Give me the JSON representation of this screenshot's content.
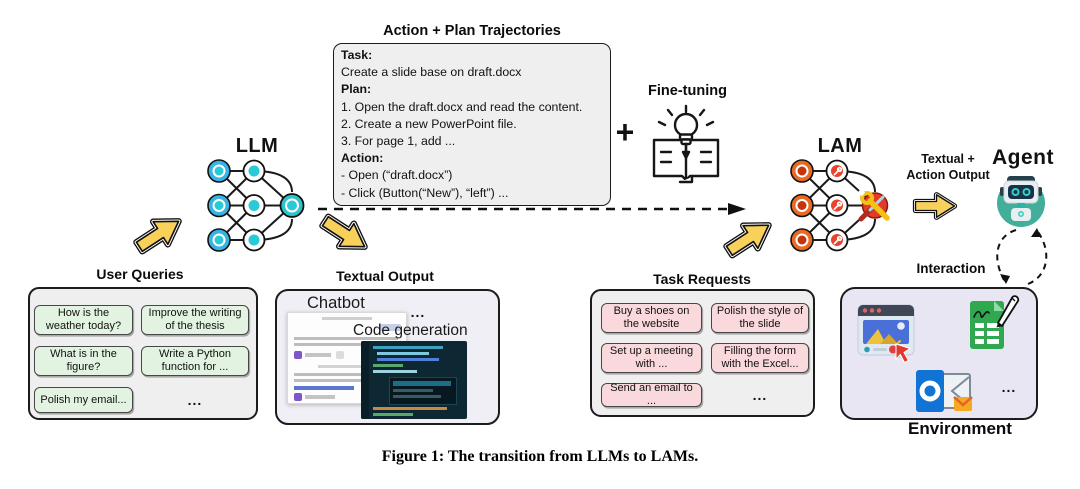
{
  "colors": {
    "arrow_yellow": "#f8d05a",
    "llm_blue": "#36b3e2",
    "llm_teal": "#29c9d8",
    "lam_orange": "#e96a22",
    "lam_red": "#d63c1a",
    "green_box": "#e3f3e2",
    "pink_box": "#fad9dd",
    "panel_gray": "#efefef",
    "env_lavender": "#e9e6f3"
  },
  "trajectories": {
    "title": "Action + Plan Trajectories",
    "lines": [
      {
        "text": "Task:"
      },
      {
        "text": "Create a slide base on draft.docx"
      },
      {
        "text": "Plan:"
      },
      {
        "text": "1. Open the draft.docx and read the content."
      },
      {
        "text": "2. Create a new PowerPoint file."
      },
      {
        "text": "3. For page 1, add ..."
      },
      {
        "text": "Action:"
      },
      {
        "text": "- Open (“draft.docx”)"
      },
      {
        "text": "- Click (Button(“New”), “left”) ..."
      }
    ]
  },
  "plus_sign": "+",
  "fine_tuning": {
    "label": "Fine-tuning"
  },
  "llm": {
    "label": "LLM"
  },
  "lam": {
    "label": "LAM"
  },
  "agent": {
    "label": "Agent"
  },
  "textual_action_output": {
    "line1": "Textual +",
    "line2": "Action Output"
  },
  "user_queries": {
    "title": "User Queries",
    "items": [
      "How is the weather today?",
      "Improve the writing of the thesis",
      "What is in the figure?",
      "Write a Python function for ...",
      "Polish my email...",
      "..."
    ]
  },
  "textual_output": {
    "title": "Textual Output",
    "chatbot_label": "Chatbot",
    "ellipsis": "...",
    "code_label": "Code generation"
  },
  "task_requests": {
    "title": "Task Requests",
    "items": [
      "Buy a shoes on the website",
      "Polish the style of the slide",
      "Set up a meeting with ...",
      "Filling the form with the Excel...",
      "Send an email to ...",
      "..."
    ]
  },
  "interaction": {
    "label": "Interaction"
  },
  "environment": {
    "label": "Environment",
    "ellipsis": "..."
  },
  "caption": "Figure 1: The transition from LLMs to LAMs."
}
